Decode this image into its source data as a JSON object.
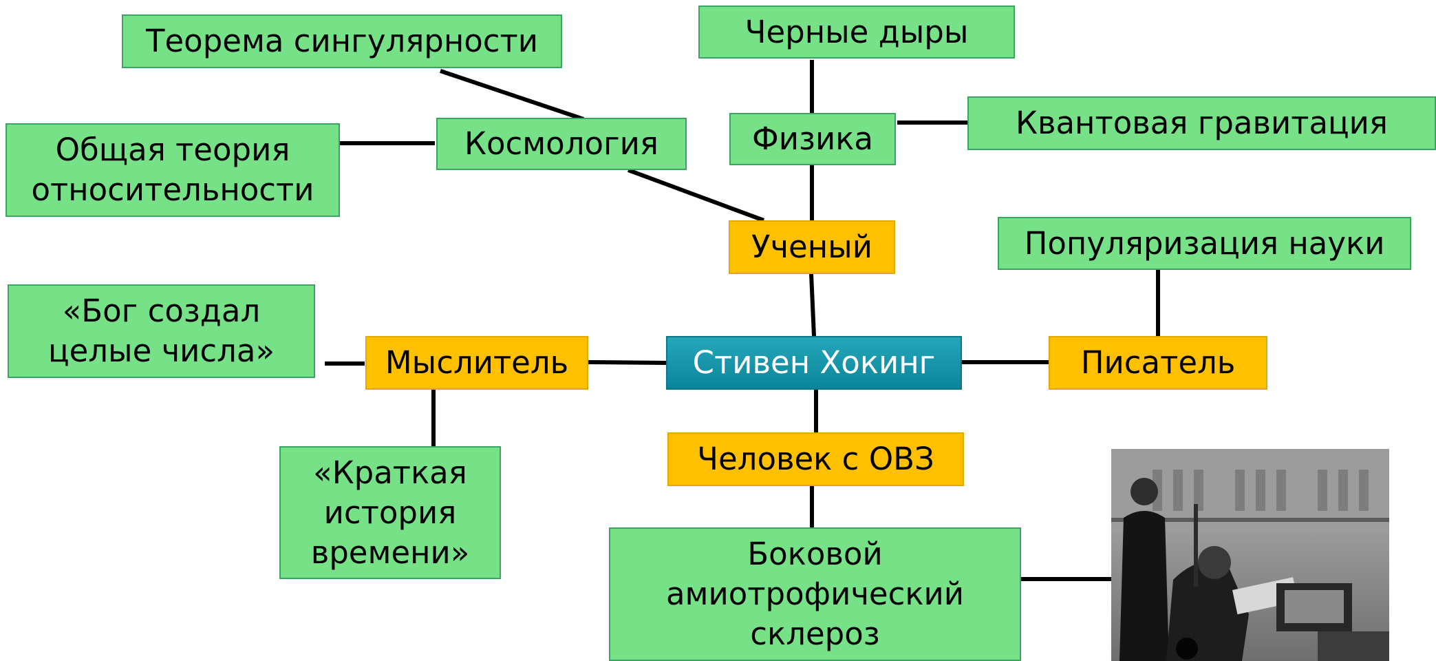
{
  "center": "Стивен Хокинг",
  "branches": {
    "scientist": "Ученый",
    "thinker": "Мыслитель",
    "writer": "Писатель",
    "disabled": "Человек с ОВЗ"
  },
  "topics": {
    "cosmology": "Космология",
    "physics": "Физика",
    "singularity": "Теорема сингулярности",
    "black_holes": "Черные дыры",
    "quantum_gravity": "Квантовая гравитация",
    "general_relativity": "Общая теория\nотносительности",
    "popularization": "Популяризация науки",
    "god_created": "«Бог создал\nцелые числа»",
    "brief_history": "«Краткая\nистория\nвремени»",
    "als": "Боковой\nамиотрофический\nсклероз"
  },
  "colors": {
    "green": "#77e188",
    "yellow": "#ffc000",
    "center": "#1196aa",
    "line": "#000000"
  }
}
